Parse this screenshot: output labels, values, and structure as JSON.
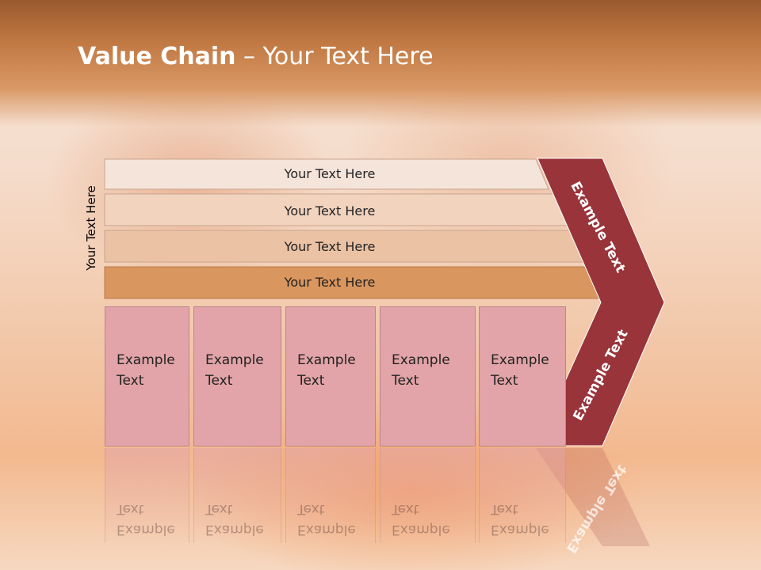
{
  "title": {
    "bold": "Value Chain",
    "rest": " – Your Text Here"
  },
  "side_label": "Your Text Here",
  "bars": [
    {
      "label": "Your Text Here",
      "color": "#f5e4da"
    },
    {
      "label": "Your Text Here",
      "color": "#f1d3be"
    },
    {
      "label": "Your Text Here",
      "color": "#ebc2a4"
    },
    {
      "label": "Your Text Here",
      "color": "#d9965e"
    }
  ],
  "boxes": [
    {
      "line1": "Example",
      "line2": "Text"
    },
    {
      "line1": "Example",
      "line2": "Text"
    },
    {
      "line1": "Example",
      "line2": "Text"
    },
    {
      "line1": "Example",
      "line2": "Text"
    },
    {
      "line1": "Example",
      "line2": "Text"
    }
  ],
  "chevron": {
    "upper_text": "Example Text",
    "lower_text": "Example Text",
    "color": "#98343a"
  }
}
